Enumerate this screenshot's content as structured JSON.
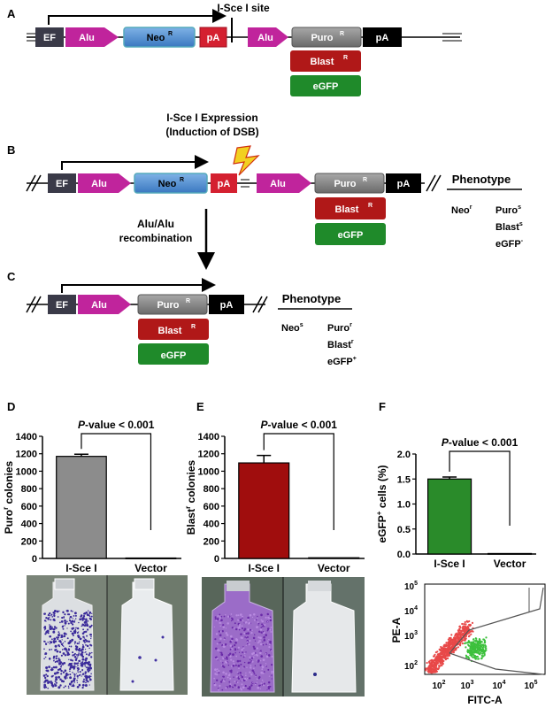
{
  "panels": {
    "A": "A",
    "B": "B",
    "C": "C",
    "D": "D",
    "E": "E",
    "F": "F"
  },
  "construct": {
    "ef": "EF",
    "alu": "Alu",
    "neo": "Neo",
    "pA": "pA",
    "puro": "Puro",
    "blast": "Blast",
    "egfp": "eGFP",
    "sup_R": "R"
  },
  "labels": {
    "isce_site": "I-Sce I site",
    "isce_expr_line1": "I-Sce I Expression",
    "isce_expr_line2": "(Induction of DSB)",
    "recomb_line1": "Alu/Alu",
    "recomb_line2": "recombination",
    "phenotype": "Phenotype"
  },
  "phenotype_B": {
    "neo": "Neo",
    "neo_sup": "r",
    "puro": "Puro",
    "puro_sup": "s",
    "blast": "Blast",
    "blast_sup": "s",
    "egfp": "eGFP",
    "egfp_sup": "-"
  },
  "phenotype_C": {
    "neo": "Neo",
    "neo_sup": "s",
    "puro": "Puro",
    "puro_sup": "r",
    "blast": "Blast",
    "blast_sup": "r",
    "egfp": "eGFP",
    "egfp_sup": "+"
  },
  "pvalue": {
    "p": "P",
    "rest": "-value < 0.001"
  },
  "chart_data": [
    {
      "type": "bar",
      "panel": "D",
      "categories": [
        "I-Sce I",
        "Vector"
      ],
      "values": [
        1170,
        5
      ],
      "errors": [
        25,
        0
      ],
      "ylabel_main": "Puro",
      "ylabel_sup": "r",
      "ylabel_tail": " colonies",
      "yticks": [
        "0",
        "200",
        "400",
        "600",
        "800",
        "1000",
        "1200",
        "1400"
      ],
      "ylim": [
        0,
        1400
      ],
      "color": "#8c8c8c"
    },
    {
      "type": "bar",
      "panel": "E",
      "categories": [
        "I-Sce I",
        "Vector"
      ],
      "values": [
        1095,
        8
      ],
      "errors": [
        85,
        0
      ],
      "ylabel_main": "Blast",
      "ylabel_sup": "r",
      "ylabel_tail": " colonies",
      "yticks": [
        "0",
        "200",
        "400",
        "600",
        "800",
        "1000",
        "1200",
        "1400"
      ],
      "ylim": [
        0,
        1400
      ],
      "color": "#a00d0d"
    },
    {
      "type": "bar",
      "panel": "F",
      "categories": [
        "I-Sce I",
        "Vector"
      ],
      "values": [
        1.5,
        0.01
      ],
      "errors": [
        0.04,
        0
      ],
      "ylabel_main": "eGFP",
      "ylabel_sup": "+",
      "ylabel_tail": " cells  (%)",
      "yticks": [
        "0.0",
        "0.5",
        "1.0",
        "1.5",
        "2.0"
      ],
      "ylim": [
        0,
        2.0
      ],
      "color": "#2a8b2a"
    }
  ],
  "flow": {
    "xlabel": "FITC-A",
    "ylabel": "PE-A",
    "ticks": {
      "t2": "10",
      "t3": "10",
      "t4": "10",
      "t5": "10",
      "e2": "2",
      "e3": "3",
      "e4": "4",
      "e5": "5"
    }
  },
  "colors": {
    "alu": "#c0249c",
    "neo": "#4a86c8",
    "pA": "#d42030",
    "puro": "#7a7a7a",
    "blast": "#b01818",
    "egfp": "#1f8a2a",
    "ef": "#3a3a48"
  }
}
